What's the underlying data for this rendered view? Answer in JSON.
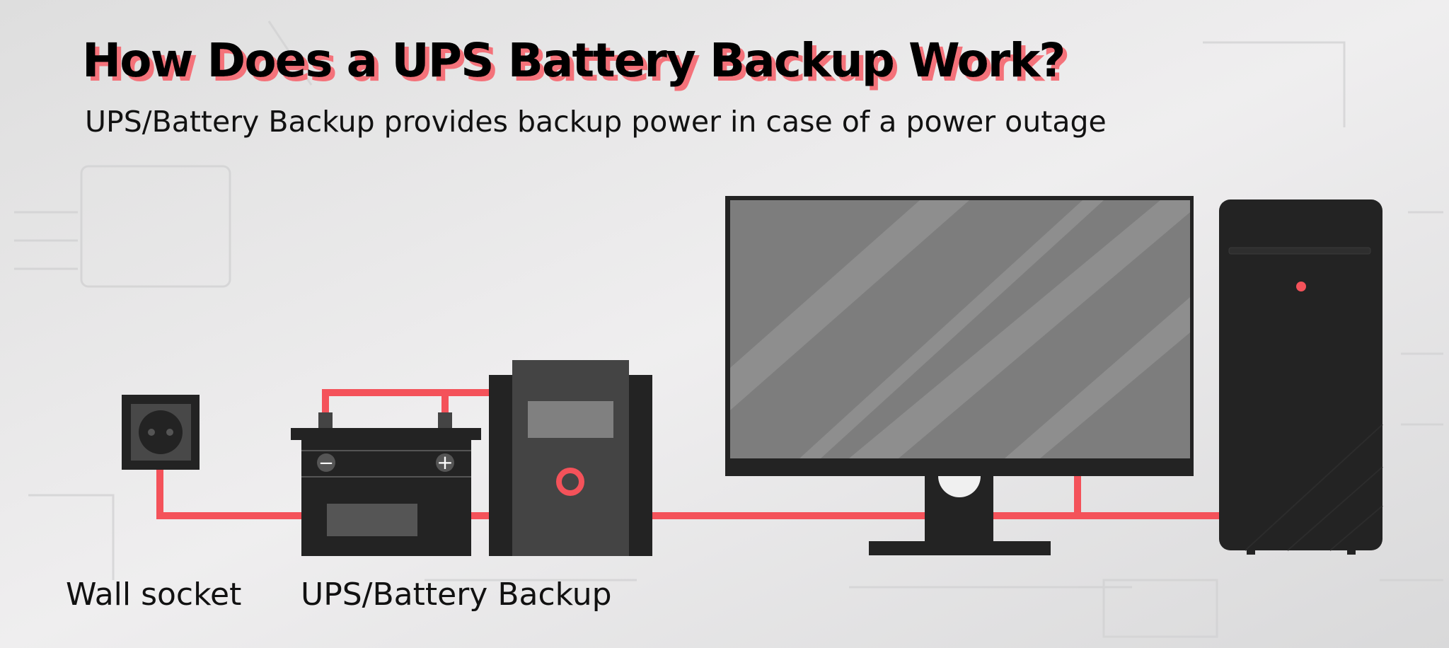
{
  "header": {
    "title": "How Does a UPS Battery Backup Work?",
    "subtitle": "UPS/Battery Backup provides backup power in case of a power outage"
  },
  "labels": {
    "wall_socket": "Wall socket",
    "ups": "UPS/Battery Backup"
  },
  "colors": {
    "wire": "#f4525a",
    "device_dark": "#232323",
    "device_mid": "#444444",
    "screen": "#808080",
    "title_shadow": "#f4727a"
  },
  "battery": {
    "minus_symbol": "−",
    "plus_symbol": "+"
  }
}
